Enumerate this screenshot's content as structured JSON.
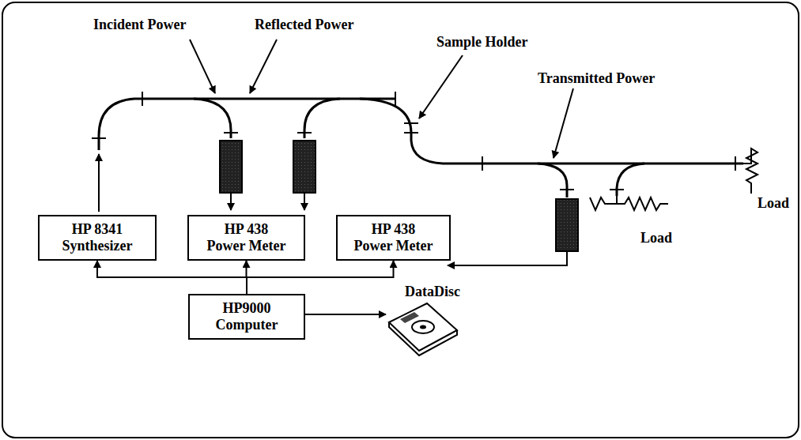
{
  "diagram": {
    "nodes": [
      {
        "text": [
          "HP 8341 Synthesizer"
        ]
      },
      {
        "text": [
          "HP 438 Power Meter"
        ]
      },
      {
        "text": [
          "HP 438 Power Meter"
        ]
      },
      {
        "text": [
          "HP9000 Computer"
        ]
      }
    ],
    "edges": [
      {
        "from": 3,
        "to": 0,
        "arrow": "to"
      },
      {
        "from": 3,
        "to": 1,
        "arrow": "to"
      },
      {
        "from": 3,
        "to": 2,
        "arrow": "to"
      }
    ],
    "labels": [
      "Incident Power",
      "Reflected Power",
      "Sample Holder",
      "Transmitted Power",
      "Load",
      "Load",
      "DataDisc"
    ]
  }
}
